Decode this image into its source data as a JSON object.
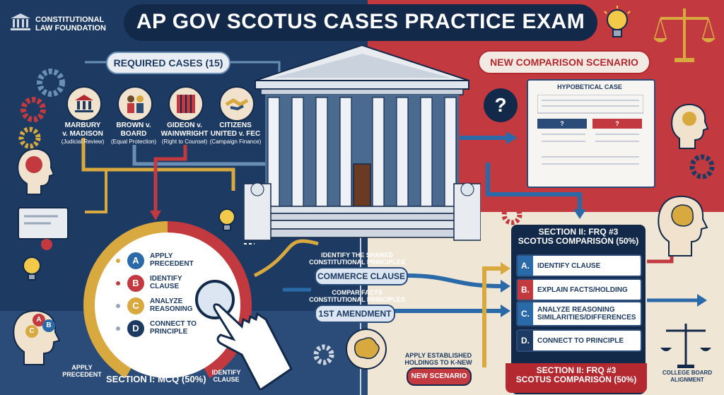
{
  "header": {
    "title": "AP GOV SCOTUS CASES PRACTICE EXAM",
    "logo_line1": "CONSTITUTIONAL",
    "logo_line2": "LAW FOUNDATION"
  },
  "required_cases": {
    "label": "REQUIRED CASES (15)",
    "cases": [
      {
        "name_line1": "MARBURY",
        "name_line2": "v. MADISON",
        "topic": "(Judicial Review)"
      },
      {
        "name_line1": "BROWN v.",
        "name_line2": "BOARD",
        "topic": "(Equal Protection)"
      },
      {
        "name_line1": "GIDEON v.",
        "name_line2": "WAINWRIGHT",
        "topic": "(Right to Counsel)"
      },
      {
        "name_line1": "CITIZENS",
        "name_line2": "UNITED v. FEC",
        "topic": "(Campaign Finance)"
      }
    ]
  },
  "new_scenario": {
    "label": "NEW COMPARISON SCENARIO",
    "card_title": "HYPOBETICAL CASE",
    "qmark": "?",
    "cell_left": "?",
    "cell_right": "?"
  },
  "mcq": {
    "label": "SECTION I: MCQ (50%)",
    "apply_line1": "APPLY",
    "apply_line2": "PRECEDENT",
    "identify_line1": "IDENTIFY",
    "identify_line2": "CLAUSE",
    "steps": [
      {
        "letter": "A",
        "line1": "APPLY",
        "line2": "PRECEDENT"
      },
      {
        "letter": "B",
        "line1": "IDENTIFY",
        "line2": "CLAUSE"
      },
      {
        "letter": "C",
        "line1": "ANALYZE",
        "line2": "REASONING"
      },
      {
        "letter": "D",
        "line1": "CONNECT TO",
        "line2": "PRINCIPLE"
      }
    ],
    "head_badges": [
      "C",
      "A",
      "B"
    ]
  },
  "middle": {
    "text1_line1": "IDENTIFY THE SHARED",
    "text1_line2": "CONSTITUTIONAL PRINCIPLES",
    "pill1": "COMMERCE CLAUSE",
    "text2_line1": "COMPAR FACTS",
    "text2_line2": "CONSTITUTIONAL PRINCIPLES",
    "pill2": "1ST AMENDMENT"
  },
  "frq": {
    "top_line1": "SECTION II: FRQ #3",
    "top_line2": "SCOTUS COMPARISON (50%)",
    "items": [
      {
        "letter": "A.",
        "line1": "IDENTIFY CLAUSE",
        "line2": ""
      },
      {
        "letter": "B.",
        "line1": "EXPLAIN FACTS/HOLDING",
        "line2": ""
      },
      {
        "letter": "C.",
        "line1": "ANALYZE REASONING",
        "line2": "SIMILARITIES/DIFFERENCES"
      },
      {
        "letter": "D.",
        "line1": "CONNECT TO PRINCIPLE",
        "line2": ""
      }
    ],
    "bottom_line1": "SECTION II: FRQ #3",
    "bottom_line2": "SCOTUS COMPARISON (50%)"
  },
  "bottom": {
    "apply_line1": "APPLY ESTABLISHED",
    "apply_line2": "HOLDINGS TO K-NEW",
    "new_scenario_pill": "NEW SCENARIO",
    "alignment_line1": "COLLEGE BOARD",
    "alignment_line2": "ALIGNMENT"
  },
  "colors": {
    "navy": "#13294a",
    "blue": "#1d3b62",
    "red": "#c23a3f",
    "gold": "#d7a93f",
    "cream": "#efe6d5"
  }
}
